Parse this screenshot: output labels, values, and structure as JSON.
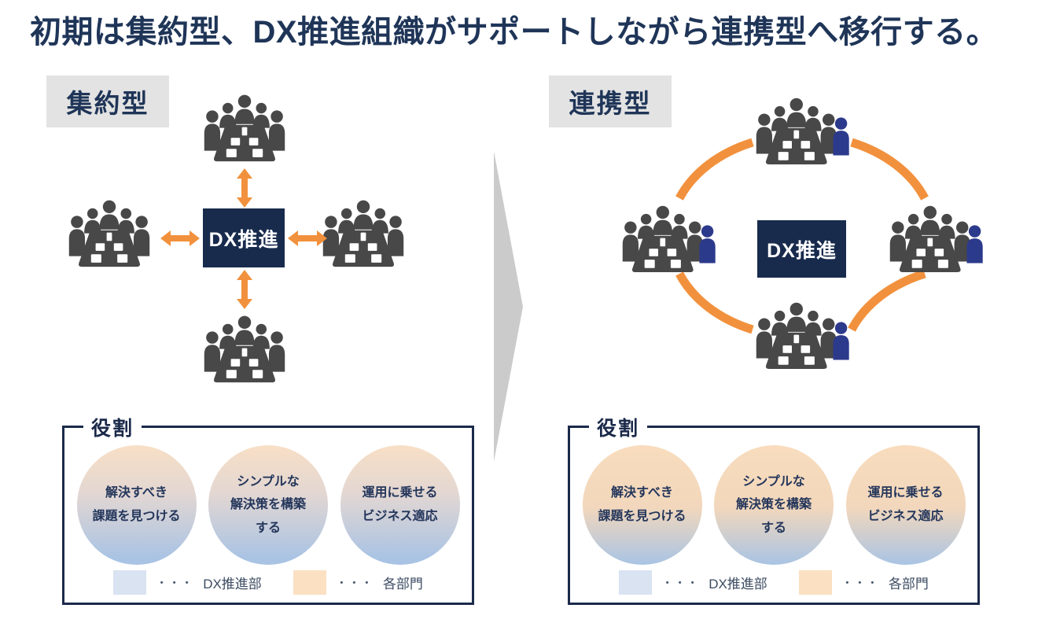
{
  "title": "初期は集約型、DX推進組織がサポートしながら連携型へ移行する。",
  "colors": {
    "title_navy": "#1F3558",
    "hub_box_navy": "#182B4D",
    "accent_orange": "#F2913D",
    "icon_gray": "#484848",
    "dx_member_blue": "#2C3A8C",
    "transition_arrow_gray": "#CBCBCB",
    "type_label_bg": "#E3E3E3",
    "legend_blue": "#D9E3F2",
    "legend_orange": "#FBE0C2"
  },
  "panels": [
    {
      "label": "集約型",
      "hub_label": "DX推進",
      "connection_style": "bidirectional-arrows",
      "role": {
        "title": "役割",
        "circles": [
          {
            "lines": [
              "解決すべき",
              "課題を見つける"
            ]
          },
          {
            "lines": [
              "シンプルな",
              "解決策を構築",
              "する"
            ]
          },
          {
            "lines": [
              "運用に乗せる",
              "ビジネス適応"
            ]
          }
        ],
        "legend": [
          {
            "swatch_color": "#D9E3F2",
            "separator": "・・・",
            "label": "DX推進部"
          },
          {
            "swatch_color": "#FBE0C2",
            "separator": "・・・",
            "label": "各部門"
          }
        ]
      }
    },
    {
      "label": "連携型",
      "hub_label": "DX推進",
      "connection_style": "circular-arcs",
      "role": {
        "title": "役割",
        "circles": [
          {
            "lines": [
              "解決すべき",
              "課題を見つける"
            ]
          },
          {
            "lines": [
              "シンプルな",
              "解決策を構築",
              "する"
            ]
          },
          {
            "lines": [
              "運用に乗せる",
              "ビジネス適応"
            ]
          }
        ],
        "legend": [
          {
            "swatch_color": "#D9E3F2",
            "separator": "・・・",
            "label": "DX推進部"
          },
          {
            "swatch_color": "#FBE0C2",
            "separator": "・・・",
            "label": "各部門"
          }
        ]
      }
    }
  ]
}
